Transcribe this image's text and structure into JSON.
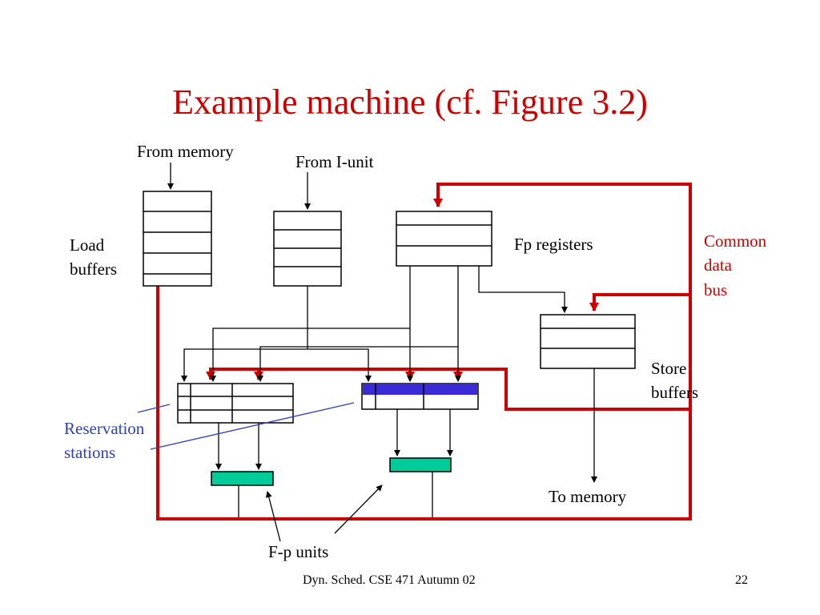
{
  "slide": {
    "title": "Example machine (cf. Figure 3.2)",
    "footer_center": "Dyn. Sched. CSE 471 Autumn 02",
    "page_number": "22"
  },
  "labels": {
    "from_memory": "From memory",
    "from_i_unit": "From I-unit",
    "load_buffers": "Load\nbuffers",
    "fp_registers": "Fp registers",
    "common_data_bus": "Common\ndata\nbus",
    "store_buffers": "Store\nbuffers",
    "reservation_stations": "Reservation\nstations",
    "to_memory": "To memory",
    "fp_units": "F-p units"
  },
  "colors": {
    "common_data_bus": "#cc0000",
    "reservation_highlight": "#3a2bd6",
    "fp_unit_fill": "#00cc99",
    "pointer_lines": "#2e3fb8",
    "title": "#cc0000"
  }
}
